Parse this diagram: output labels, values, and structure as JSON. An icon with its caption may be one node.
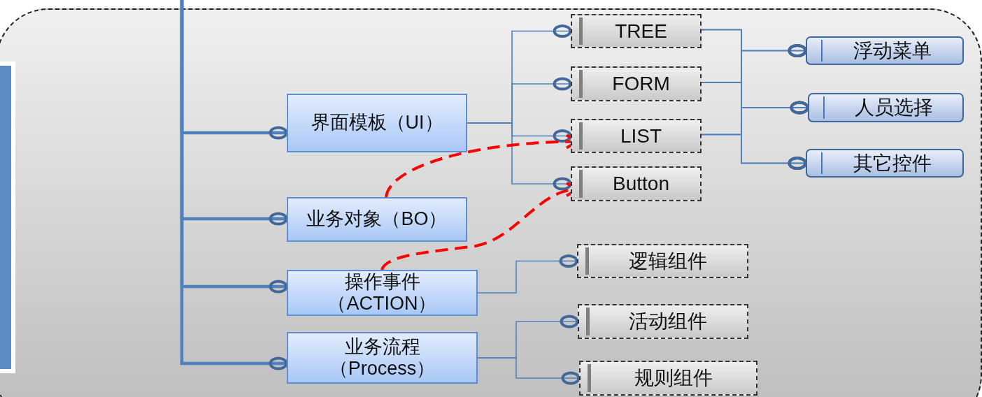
{
  "diagram": {
    "nodes": [
      {
        "text": [],
        "shape": "box"
      },
      {
        "text": [],
        "shape": "bar",
        "in": 0
      },
      {
        "text": [
          "界面模板（UI）"
        ],
        "in": 0
      },
      {
        "text": [
          "业务对象（BO）"
        ],
        "in": 0
      },
      {
        "text": [
          "操作事件（ACTION）"
        ],
        "in": 0
      },
      {
        "text": [
          "业务流程（Process）"
        ],
        "in": 0
      },
      {
        "text": [
          "TREE"
        ],
        "in": 0
      },
      {
        "text": [
          "FORM"
        ],
        "in": 0
      },
      {
        "text": [
          "LIST"
        ],
        "in": 0
      },
      {
        "text": [
          "Button"
        ],
        "in": 0
      },
      {
        "text": [
          "浮动菜单"
        ],
        "in": 0
      },
      {
        "text": [
          "人员选择"
        ],
        "in": 0
      },
      {
        "text": [
          "其它控件"
        ],
        "in": 0
      },
      {
        "text": [
          "逻辑组件"
        ],
        "in": 0
      },
      {
        "text": [
          "活动组件"
        ],
        "in": 0
      },
      {
        "text": [
          "规则组件"
        ],
        "in": 0
      }
    ],
    "edges": [
      {
        "from": null,
        "to": 2,
        "arrow": "other",
        "style": "thick"
      },
      {
        "from": null,
        "to": 3,
        "arrow": "other",
        "style": "thick"
      },
      {
        "from": null,
        "to": 4,
        "arrow": "other",
        "style": "thick"
      },
      {
        "from": null,
        "to": 5,
        "arrow": "other",
        "style": "thick"
      },
      {
        "from": 2,
        "to": 6,
        "arrow": "other"
      },
      {
        "from": 2,
        "to": 7,
        "arrow": "other"
      },
      {
        "from": 2,
        "to": 8,
        "arrow": "other"
      },
      {
        "from": 2,
        "to": 9,
        "arrow": "other"
      },
      {
        "from": 6,
        "to": 10,
        "arrow": "other"
      },
      {
        "from": 6,
        "to": 11,
        "arrow": "other"
      },
      {
        "from": 6,
        "to": 12,
        "arrow": "other"
      },
      {
        "from": 7,
        "to": 10,
        "arrow": "other"
      },
      {
        "from": 7,
        "to": 11,
        "arrow": "other"
      },
      {
        "from": 7,
        "to": 12,
        "arrow": "other"
      },
      {
        "from": 8,
        "to": 10,
        "arrow": "other"
      },
      {
        "from": 8,
        "to": 11,
        "arrow": "other"
      },
      {
        "from": 8,
        "to": 12,
        "arrow": "other"
      },
      {
        "from": 4,
        "to": 13,
        "arrow": "other"
      },
      {
        "from": 5,
        "to": 14,
        "arrow": "other"
      },
      {
        "from": 5,
        "to": 15,
        "arrow": "other"
      },
      {
        "from": 3,
        "to": 8,
        "arrow": "to",
        "style": "dashed",
        "color": "#ff0000"
      },
      {
        "from": 4,
        "to": 9,
        "arrow": "to",
        "style": "dashed",
        "color": "#ff0000"
      }
    ]
  }
}
